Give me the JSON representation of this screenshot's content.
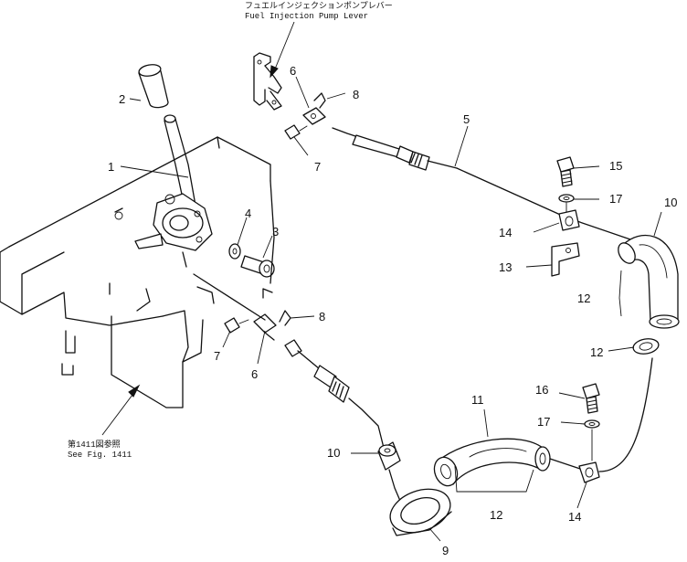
{
  "notes": {
    "lever_jp": "フュエルインジェクションポンプレバー",
    "lever_en": "Fuel Injection Pump Lever",
    "fig_jp": "第1411図参照",
    "fig_en": "See Fig. 1411"
  },
  "callouts": [
    {
      "id": "c1",
      "label": "1"
    },
    {
      "id": "c2",
      "label": "2"
    },
    {
      "id": "c3",
      "label": "3"
    },
    {
      "id": "c4",
      "label": "4"
    },
    {
      "id": "c5",
      "label": "5"
    },
    {
      "id": "c6a",
      "label": "6"
    },
    {
      "id": "c6b",
      "label": "6"
    },
    {
      "id": "c7a",
      "label": "7"
    },
    {
      "id": "c7b",
      "label": "7"
    },
    {
      "id": "c8a",
      "label": "8"
    },
    {
      "id": "c8b",
      "label": "8"
    },
    {
      "id": "c9",
      "label": "9"
    },
    {
      "id": "c10a",
      "label": "10"
    },
    {
      "id": "c10b",
      "label": "10"
    },
    {
      "id": "c11",
      "label": "11"
    },
    {
      "id": "c12a",
      "label": "12"
    },
    {
      "id": "c12b",
      "label": "12"
    },
    {
      "id": "c12c",
      "label": "12"
    },
    {
      "id": "c13",
      "label": "13"
    },
    {
      "id": "c14a",
      "label": "14"
    },
    {
      "id": "c14b",
      "label": "14"
    },
    {
      "id": "c15",
      "label": "15"
    },
    {
      "id": "c16",
      "label": "16"
    },
    {
      "id": "c17a",
      "label": "17"
    },
    {
      "id": "c17b",
      "label": "17"
    }
  ]
}
